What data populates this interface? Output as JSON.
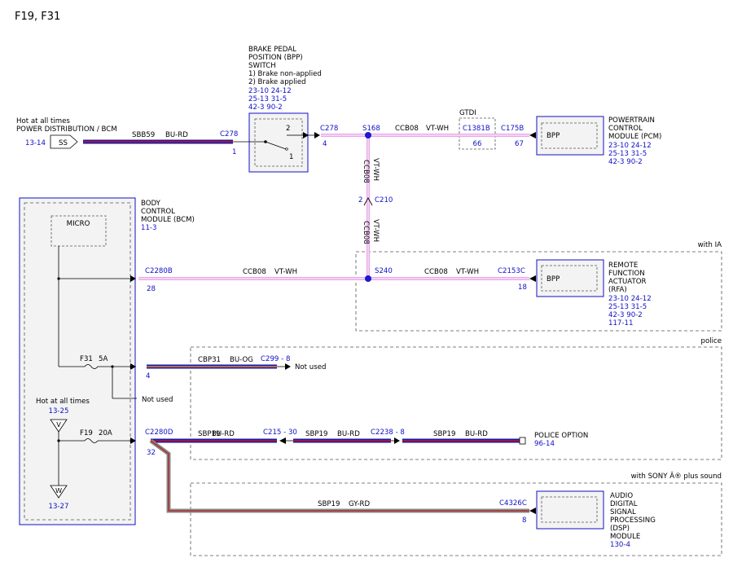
{
  "title": "F19, F31",
  "colors": {
    "bu_rd_blue": "#1a1aa8",
    "bu_rd_red": "#cc1414",
    "vt_wh": "#e8a6e8",
    "gy_rd_gray": "#8a8a8a",
    "gy_rd_red": "#b03030",
    "link_blue": "#1010c8",
    "module_fill": "#f3f3f3",
    "section_dash": "#555555"
  },
  "power_source": {
    "line1": "Hot at all times",
    "line2": "POWER DISTRIBUTION / BCM",
    "ref": "13-14",
    "symbol": "SS"
  },
  "wire_sbb59": {
    "circuit": "SBB59",
    "color": "BU-RD"
  },
  "c278_left": {
    "connector": "C278",
    "pin": "1"
  },
  "bpp_switch": {
    "title_lines": [
      "BRAKE PEDAL",
      "POSITION (BPP)",
      "SWITCH",
      "1) Brake non-applied",
      "2) Brake applied"
    ],
    "refs": [
      "23-10  24-12",
      "25-13  31-5",
      "42-3  90-2"
    ],
    "pin_top": "2",
    "pin_bottom": "1"
  },
  "c278_right": {
    "connector": "C278",
    "pin": "4"
  },
  "splice_s168": "S168",
  "wire_ccb08_top": {
    "circuit": "CCB08",
    "color": "VT-WH"
  },
  "gtdi": {
    "label": "GTDI",
    "connector": "C1381B",
    "pin": "66"
  },
  "c175b": {
    "connector": "C175B",
    "pin": "67"
  },
  "pcm": {
    "inner": "BPP",
    "title_lines": [
      "POWERTRAIN",
      "CONTROL",
      "MODULE (PCM)"
    ],
    "refs": [
      "23-10  24-12",
      "25-13  31-5",
      "42-3  90-2"
    ]
  },
  "vertical_upper": {
    "circuit": "CCB08",
    "color": "VT-WH"
  },
  "c210": {
    "connector": "C210",
    "pin": "2"
  },
  "vertical_lower": {
    "circuit": "CCB08",
    "color": "VT-WH"
  },
  "bcm": {
    "title_lines": [
      "BODY",
      "CONTROL",
      "MODULE (BCM)"
    ],
    "ref": "11-3",
    "micro": "MICRO"
  },
  "section_ia": {
    "label": "with IA"
  },
  "c2280b": {
    "connector": "C2280B",
    "pin": "28"
  },
  "wire_ccb08_mid_left": {
    "circuit": "CCB08",
    "color": "VT-WH"
  },
  "splice_s240": "S240",
  "wire_ccb08_mid_right": {
    "circuit": "CCB08",
    "color": "VT-WH"
  },
  "c2153c": {
    "connector": "C2153C",
    "pin": "18"
  },
  "rfa": {
    "inner": "BPP",
    "title_lines": [
      "REMOTE",
      "FUNCTION",
      "ACTUATOR",
      "(RFA)"
    ],
    "refs": [
      "23-10    24-12",
      "25-13    31-5",
      "42-3      90-2",
      "117-11"
    ]
  },
  "section_police": {
    "label": "police"
  },
  "fuse_f31": {
    "name": "F31",
    "rating": "5A"
  },
  "c_pin4": "4",
  "wire_cbp31": {
    "circuit": "CBP31",
    "color": "BU-OG"
  },
  "c299": "C299 - 8",
  "not_used_1": "Not used",
  "not_used_2": "Not used",
  "hot_internal": {
    "label": "Hot at all times",
    "ref_top": "13-25",
    "ref_bottom": "13-27",
    "v_symbol": "V",
    "w_symbol": "W"
  },
  "fuse_f19": {
    "name": "F19",
    "rating": "20A"
  },
  "c2280d": {
    "connector": "C2280D",
    "pin": "32"
  },
  "wire_sbp19_a": {
    "circuit": "SBP19",
    "color": "BU-RD"
  },
  "c215": "C215 - 30",
  "wire_sbp19_b": {
    "circuit": "SBP19",
    "color": "BU-RD"
  },
  "c2238": "C2238 - 8",
  "wire_sbp19_c": {
    "circuit": "SBP19",
    "color": "BU-RD"
  },
  "police_option": {
    "label": "POLICE OPTION",
    "ref": "96-14"
  },
  "section_sony": {
    "label": "with SONY Â® plus sound"
  },
  "wire_sbp19_gy": {
    "circuit": "SBP19",
    "color": "GY-RD"
  },
  "c4326c": {
    "connector": "C4326C",
    "pin": "8"
  },
  "dsp": {
    "title_lines": [
      "AUDIO",
      "DIGITAL",
      "SIGNAL",
      "PROCESSING",
      "(DSP)",
      "MODULE"
    ],
    "ref": "130-4"
  }
}
